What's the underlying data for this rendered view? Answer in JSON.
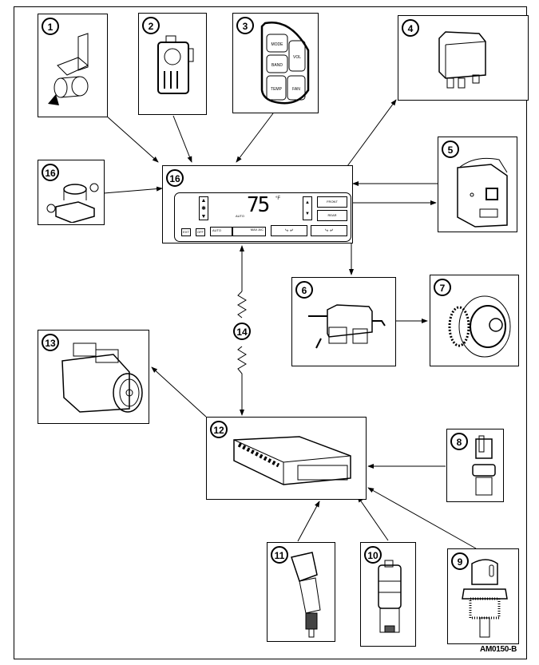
{
  "figure_id": "AM0150-B",
  "components": [
    {
      "callout": "1",
      "name": "bracket-mounted sensor"
    },
    {
      "callout": "2",
      "name": "switch module"
    },
    {
      "callout": "3",
      "name": "steering wheel control switches"
    },
    {
      "callout": "4",
      "name": "relay"
    },
    {
      "callout": "5",
      "name": "actuator module"
    },
    {
      "callout": "6",
      "name": "blower control module"
    },
    {
      "callout": "7",
      "name": "blower motor"
    },
    {
      "callout": "8",
      "name": "temperature sensor"
    },
    {
      "callout": "9",
      "name": "coolant sensor"
    },
    {
      "callout": "10",
      "name": "pressure switch"
    },
    {
      "callout": "11",
      "name": "sensor"
    },
    {
      "callout": "12",
      "name": "electronic control module"
    },
    {
      "callout": "13",
      "name": "A/C compressor"
    },
    {
      "callout": "14",
      "name": "communication link"
    },
    {
      "callout": "16",
      "name": "actuator"
    },
    {
      "callout": "16",
      "name": "climate control head"
    }
  ],
  "control_panel": {
    "temperature": "75",
    "unit": "°F",
    "mode": "AUTO",
    "buttons": {
      "exit": "EXT",
      "off": "OFF",
      "auto": "AUTO",
      "max_ac": "MAX A/C",
      "front": "FRONT",
      "rear": "REAR"
    }
  },
  "switch3_labels": {
    "mode": "MODE",
    "band": "BAND",
    "vol": "VOL",
    "temp": "TEMP",
    "fan": "FAN"
  }
}
